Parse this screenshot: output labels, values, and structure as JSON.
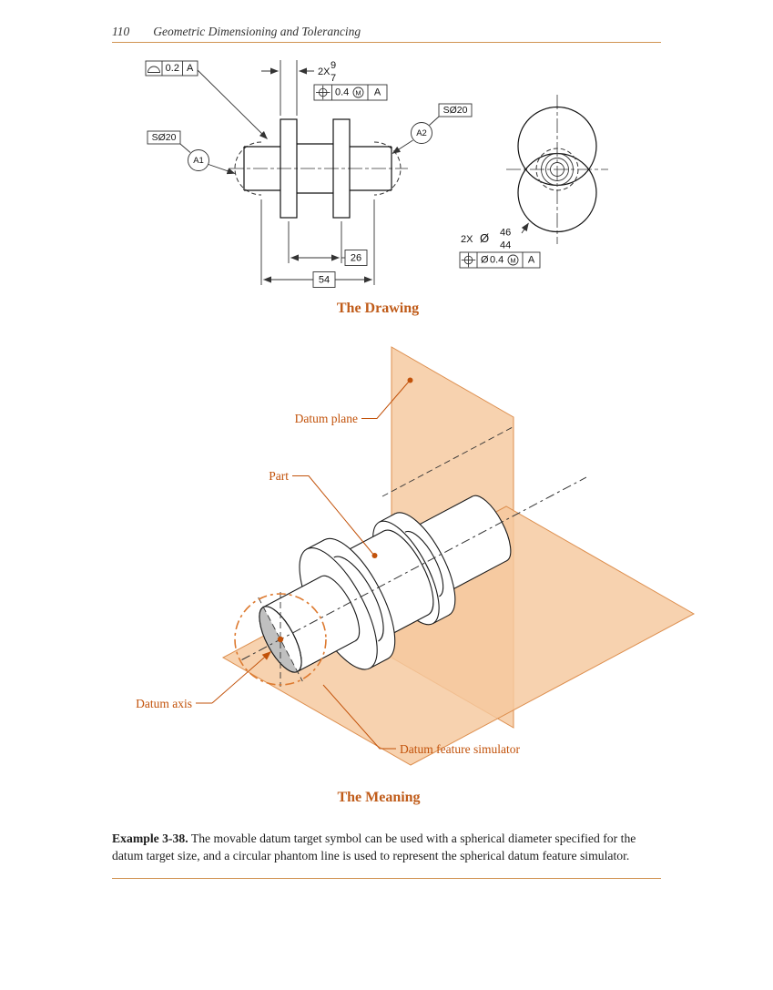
{
  "page": {
    "number": "110",
    "title": "Geometric Dimensioning and Tolerancing"
  },
  "drawing": {
    "heading": "The Drawing",
    "profile_fcf": {
      "tolerance": "0.2",
      "datum": "A"
    },
    "tab_dim": {
      "count": "2X",
      "upper": "9",
      "lower": "7"
    },
    "tab_fcf": {
      "tolerance": "0.4",
      "modifier": "M",
      "datum": "A"
    },
    "target_a1": {
      "size": "SØ20",
      "id": "A1"
    },
    "target_a2": {
      "size": "SØ20",
      "id": "A2"
    },
    "dim_tabs": "26",
    "dim_overall": "54",
    "flange_dim": {
      "count": "2X",
      "dia": "Ø",
      "upper": "46",
      "lower": "44"
    },
    "flange_fcf": {
      "dia": "Ø",
      "tolerance": "0.4",
      "modifier": "M",
      "datum": "A"
    }
  },
  "meaning": {
    "heading": "The Meaning",
    "labels": {
      "datum_plane": "Datum plane",
      "part": "Part",
      "datum_axis": "Datum axis",
      "datum_feature_simulator": "Datum feature simulator"
    }
  },
  "caption": {
    "label": "Example 3-38.",
    "text": " The movable datum target symbol can be used with a spherical diameter specified for the datum target size, and a circular phantom line is used to represent the spherical datum feature simulator."
  }
}
